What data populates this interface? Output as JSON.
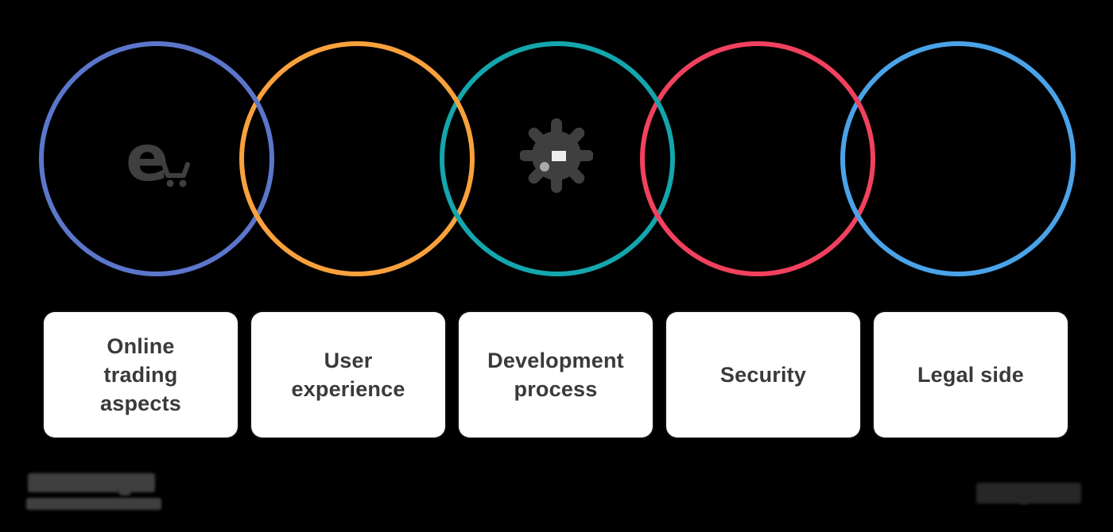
{
  "background_color": "#000000",
  "diagram": {
    "type": "interlocked-rings-chain",
    "ring_stroke_width": 6,
    "icon_color": "#3f3f3f",
    "rings": [
      {
        "label": "Online trading aspects",
        "color": "#5b76cb",
        "icon": "e-commerce-icon"
      },
      {
        "label": "User experience",
        "color": "#f9a13c",
        "icon": ""
      },
      {
        "label": "Development process",
        "color": "#14a6ad",
        "icon": "gear-icon"
      },
      {
        "label": "Security",
        "color": "#f2415e",
        "icon": ""
      },
      {
        "label": "Legal side",
        "color": "#4aa3e8",
        "icon": ""
      }
    ],
    "cards": {
      "fill": "#ffffff",
      "text_color": "#3a3a3a"
    }
  },
  "footer": {
    "left_logo": "illegible blurred logo (two lines)",
    "right_watermark": "illegible blurred logo (one line)"
  }
}
